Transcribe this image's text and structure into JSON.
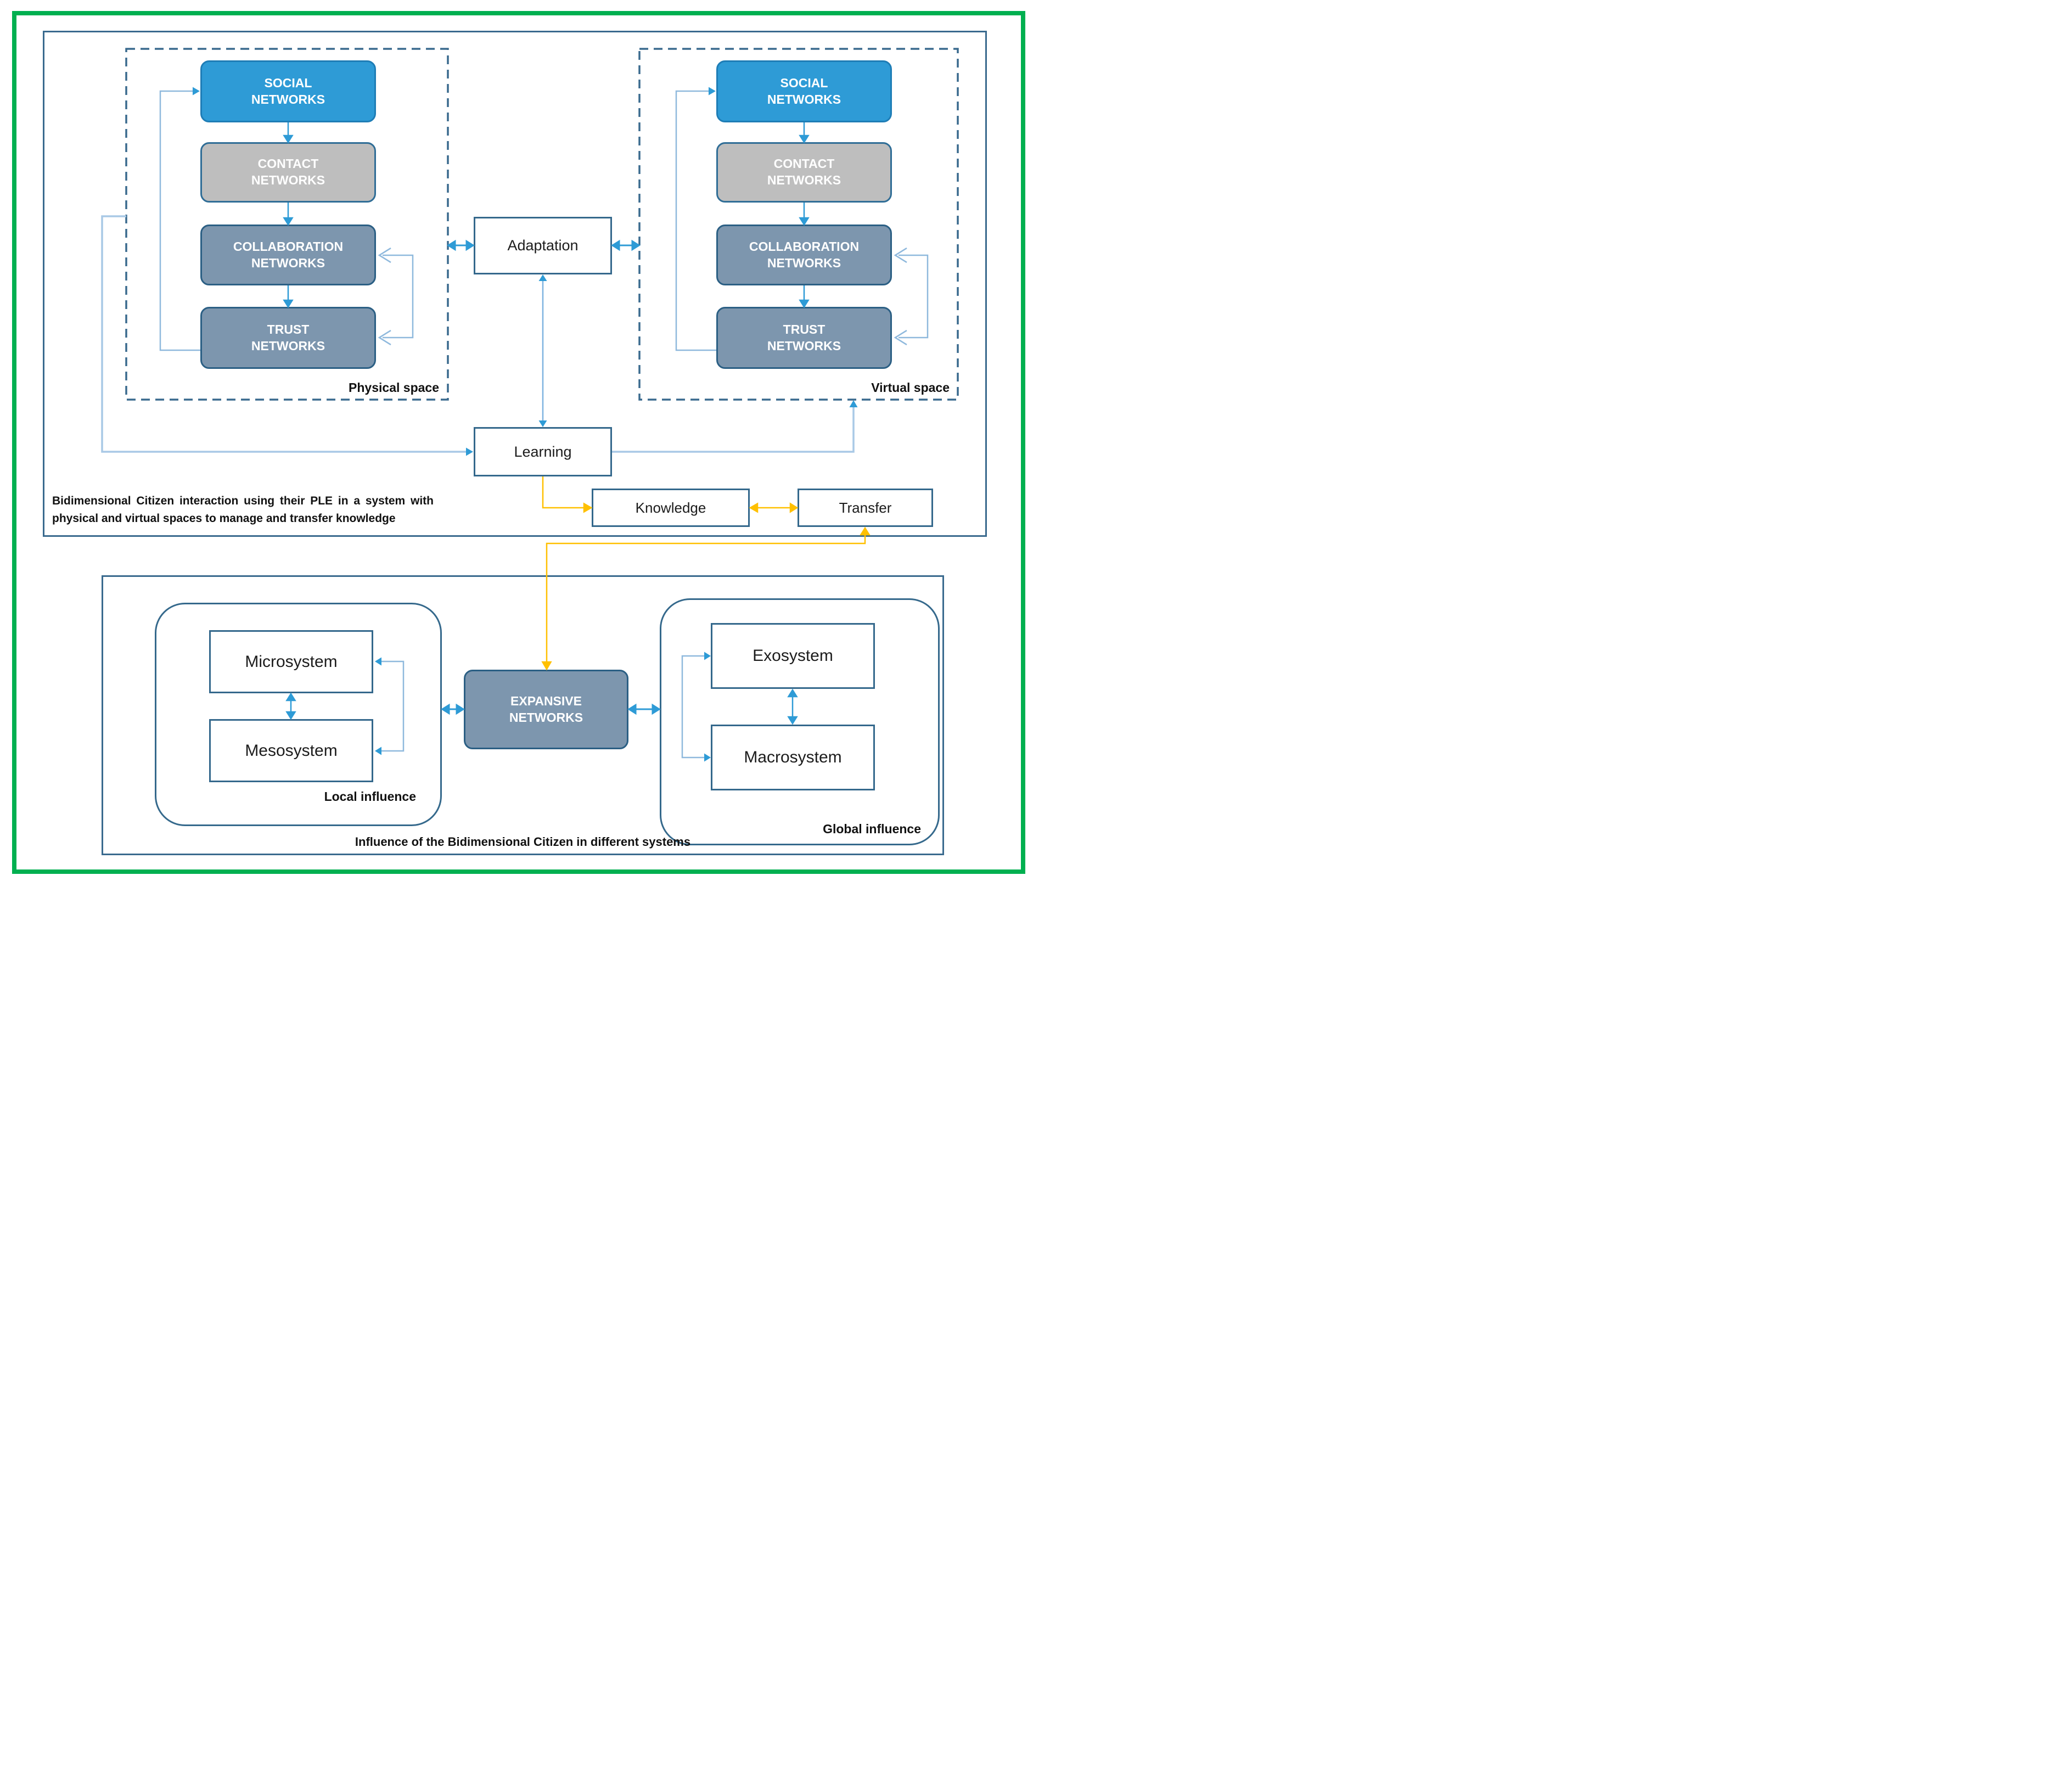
{
  "diagram": {
    "top": {
      "physical": {
        "space_label": "Physical space",
        "boxes": [
          {
            "l1": "SOCIAL",
            "l2": "NETWORKS"
          },
          {
            "l1": "CONTACT",
            "l2": "NETWORKS"
          },
          {
            "l1": "COLLABORATION",
            "l2": "NETWORKS"
          },
          {
            "l1": "TRUST",
            "l2": "NETWORKS"
          }
        ]
      },
      "virtual": {
        "space_label": "Virtual space",
        "boxes": [
          {
            "l1": "SOCIAL",
            "l2": "NETWORKS"
          },
          {
            "l1": "CONTACT",
            "l2": "NETWORKS"
          },
          {
            "l1": "COLLABORATION",
            "l2": "NETWORKS"
          },
          {
            "l1": "TRUST",
            "l2": "NETWORKS"
          }
        ]
      },
      "adaptation": "Adaptation",
      "learning": "Learning",
      "knowledge": "Knowledge",
      "transfer": "Transfer",
      "caption": "Bidimensional Citizen interaction using their PLE in a system with physical and virtual spaces to manage and transfer knowledge"
    },
    "bottom": {
      "local": {
        "label": "Local influence",
        "box1": "Microsystem",
        "box2": "Mesosystem"
      },
      "expansive": {
        "l1": "EXPANSIVE",
        "l2": "NETWORKS"
      },
      "global": {
        "label": "Global influence",
        "box1": "Exosystem",
        "box2": "Macrosystem"
      },
      "caption": "Influence of the Bidimensional Citizen in different systems"
    },
    "colors": {
      "frame_green": "#00b050",
      "line_dark_blue": "#3a6a8e",
      "bright_blue": "#2e9bd6",
      "slate_blue": "#7d96ae",
      "gray": "#bebebe",
      "light_connector_blue": "#9cc3e5",
      "yellow": "#ffc000"
    }
  }
}
